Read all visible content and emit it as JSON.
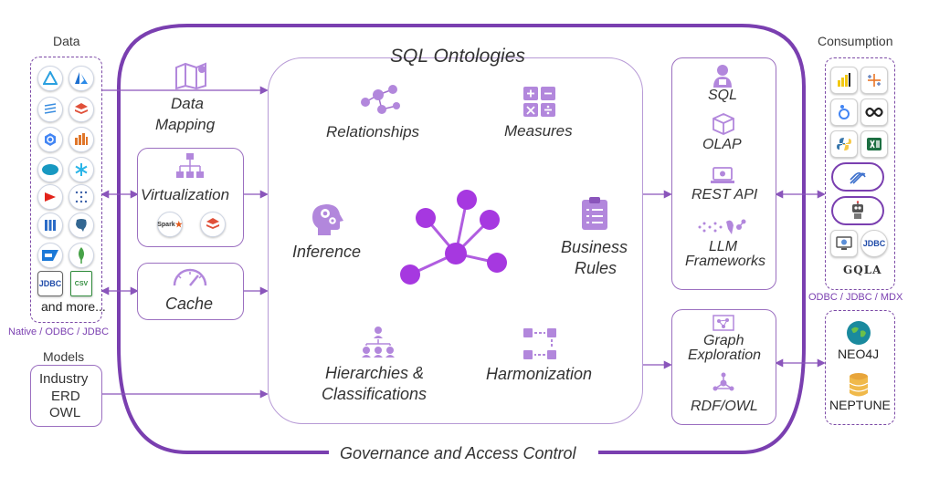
{
  "title": "SQL Ontologies",
  "governance": "Governance and Access Control",
  "left": {
    "data_title": "Data",
    "more": "and more...",
    "caption": "Native / ODBC / JDBC",
    "models_title": "Models",
    "models_lines": [
      "Industry",
      "ERD",
      "OWL"
    ],
    "source_icons": [
      "azure-synapse",
      "azure",
      "azure-data-lake",
      "databricks",
      "bigquery",
      "aws-redshift",
      "salesforce",
      "snowflake",
      "oracle",
      "teradata",
      "db2",
      "postgresql",
      "sap-hana",
      "mongodb",
      "jdbc",
      "csv"
    ],
    "jdbc_label": "JDBC",
    "csv_label": "CSV"
  },
  "mapping": {
    "line1": "Data",
    "line2": "Mapping"
  },
  "virtualization": {
    "label": "Virtualization",
    "spark_label": "Spark"
  },
  "cache": {
    "label": "Cache"
  },
  "center": {
    "relationships": "Relationships",
    "measures": "Measures",
    "inference": "Inference",
    "business_line1": "Business",
    "business_line2": "Rules",
    "hierarchies_line1": "Hierarchies &",
    "hierarchies_line2": "Classifications",
    "harmonization": "Harmonization"
  },
  "outputs": {
    "sql": "SQL",
    "olap": "OLAP",
    "rest": "REST API",
    "llm_line1": "LLM",
    "llm_line2": "Frameworks",
    "graph_line1": "Graph",
    "graph_line2": "Exploration",
    "rdf": "RDF/OWL"
  },
  "right": {
    "consumption_title": "Consumption",
    "consumption_icons": [
      "power-bi",
      "tableau",
      "looker",
      "infinity",
      "python",
      "excel",
      "llm-app",
      "robot",
      "monitor",
      "jdbc",
      "gqla"
    ],
    "jdbc_label": "JDBC",
    "gqla_label": "GQLA",
    "caption": "ODBC / JDBC / MDX",
    "neo4j": "NEO4J",
    "neptune": "NEPTUNE"
  },
  "colors": {
    "accent": "#7a3fb0",
    "node": "#a638e0",
    "line": "#9b6fc0"
  }
}
